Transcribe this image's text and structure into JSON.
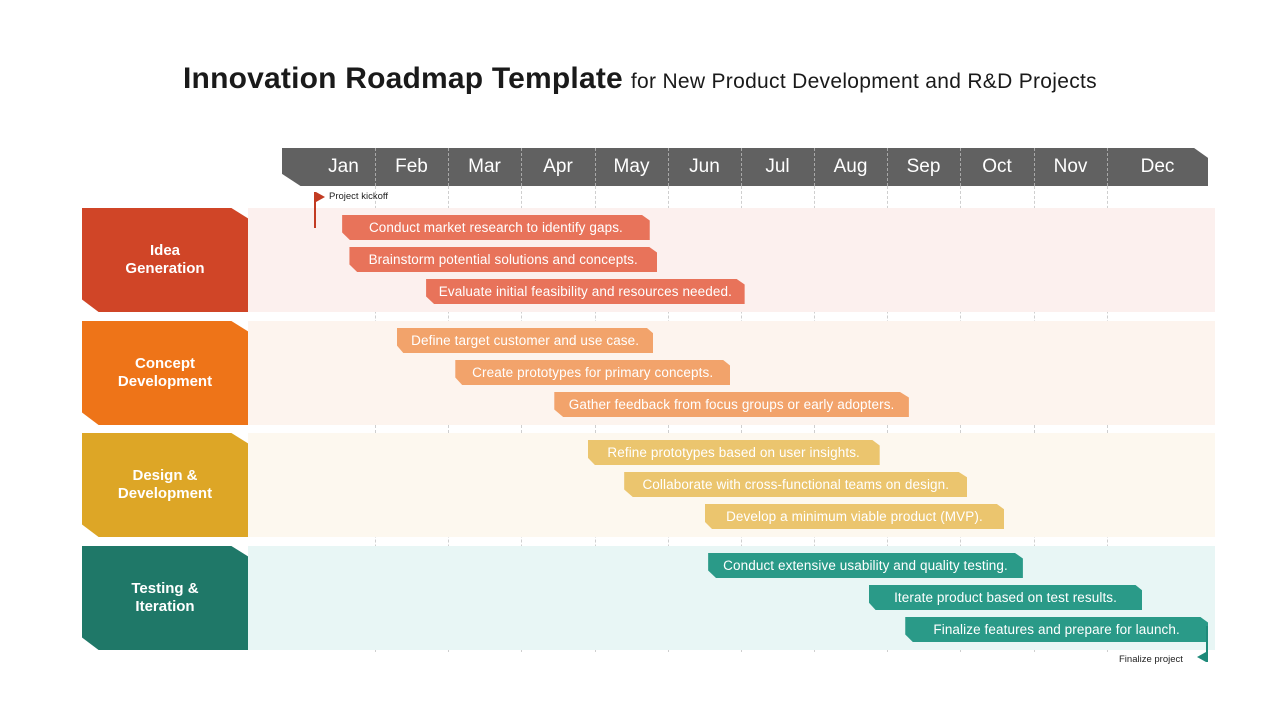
{
  "title": {
    "main": "Innovation Roadmap Template",
    "subtitle": "for New Product Development and R&D Projects"
  },
  "months": [
    "Jan",
    "Feb",
    "Mar",
    "Apr",
    "May",
    "Jun",
    "Jul",
    "Aug",
    "Sep",
    "Oct",
    "Nov",
    "Dec"
  ],
  "milestones": {
    "start": {
      "label": "Project kickoff",
      "color": "#C23B22"
    },
    "end": {
      "label": "Finalize project",
      "color": "#1F8A7A"
    }
  },
  "stages": [
    {
      "label": "Idea\nGeneration",
      "color": "#D04527",
      "band_color": "#FCF0EE",
      "task_color": "#E8735A",
      "tasks": [
        {
          "label": "Conduct market research to identify gaps.",
          "start": 0.55,
          "end": 4.75
        },
        {
          "label": "Brainstorm potential solutions and concepts.",
          "start": 0.65,
          "end": 4.85
        },
        {
          "label": "Evaluate initial feasibility and resources needed.",
          "start": 1.7,
          "end": 6.05
        }
      ]
    },
    {
      "label": "Concept\nDevelopment",
      "color": "#EE7418",
      "band_color": "#FDF4EE",
      "task_color": "#F2A36B",
      "tasks": [
        {
          "label": "Define target customer and use case.",
          "start": 1.3,
          "end": 4.8
        },
        {
          "label": "Create prototypes for primary concepts.",
          "start": 2.1,
          "end": 5.85
        },
        {
          "label": "Gather feedback from focus groups or early adopters.",
          "start": 3.45,
          "end": 8.3
        }
      ]
    },
    {
      "label": "Design &\nDevelopment",
      "color": "#DDA626",
      "band_color": "#FDF8EF",
      "task_color": "#EBC56E",
      "tasks": [
        {
          "label": "Refine prototypes based on user insights.",
          "start": 3.9,
          "end": 7.9
        },
        {
          "label": "Collaborate with cross-functional teams on design.",
          "start": 4.4,
          "end": 9.1
        },
        {
          "label": "Develop a minimum viable product (MVP).",
          "start": 5.5,
          "end": 9.6
        }
      ]
    },
    {
      "label": "Testing &\nIteration",
      "color": "#1F7868",
      "band_color": "#E8F6F5",
      "task_color": "#2A9A88",
      "tasks": [
        {
          "label": "Conduct extensive usability and quality testing.",
          "start": 5.55,
          "end": 9.85
        },
        {
          "label": "Iterate product based on test results.",
          "start": 7.75,
          "end": 11.35
        },
        {
          "label": "Finalize features and prepare for launch.",
          "start": 8.25,
          "end": 12.0
        }
      ]
    }
  ]
}
